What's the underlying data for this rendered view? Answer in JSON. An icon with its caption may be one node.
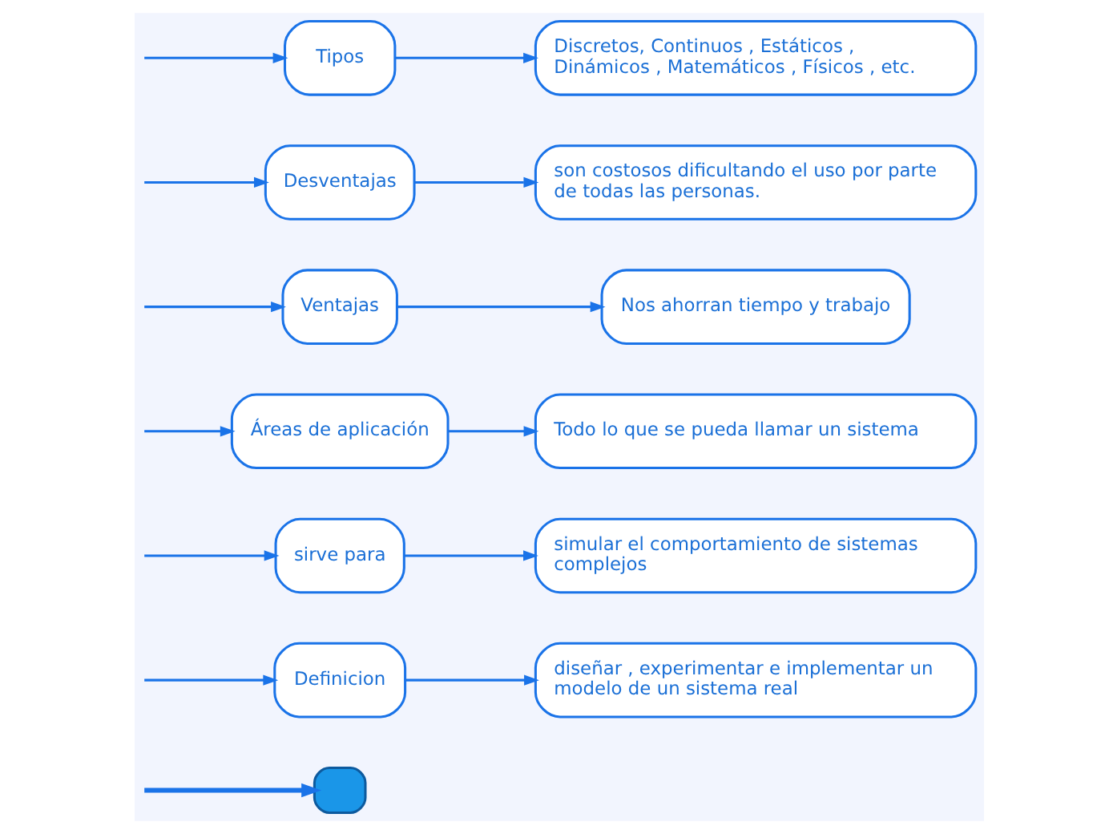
{
  "diagram": {
    "nodes": [
      {
        "text": [],
        "shape": "box"
      },
      {
        "text": [
          "Definicion"
        ]
      },
      {
        "text": [
          "diseñar , experimentar e implementar un modelo de un sistema real"
        ]
      },
      {
        "text": [
          "sirve para"
        ]
      },
      {
        "text": [
          "simular el comportamiento de sistemas complejos"
        ]
      },
      {
        "text": [
          "Áreas de aplicación"
        ]
      },
      {
        "text": [
          "Todo lo que se pueda llamar un sistema"
        ]
      },
      {
        "text": [
          "Ventajas"
        ]
      },
      {
        "text": [
          "Nos ahorran tiempo y trabajo"
        ]
      },
      {
        "text": [
          "Desventajas"
        ]
      },
      {
        "text": [
          "son costosos dificultando el uso por parte de todas las personas."
        ]
      },
      {
        "text": [
          "Tipos"
        ]
      },
      {
        "text": [
          "Discretos, Continuos , Estáticos , Dinámicos , Matemáticos , Físicos , etc."
        ]
      }
    ],
    "edges": [
      {
        "from": null,
        "to": 0,
        "arrow": "to",
        "style": "thick"
      },
      {
        "from": null,
        "to": 1,
        "arrow": "to"
      },
      {
        "from": 1,
        "to": 2,
        "arrow": "to"
      },
      {
        "from": null,
        "to": 3,
        "arrow": "to"
      },
      {
        "from": 3,
        "to": 4,
        "arrow": "to"
      },
      {
        "from": null,
        "to": 5,
        "arrow": "to"
      },
      {
        "from": 5,
        "to": 6,
        "arrow": "to"
      },
      {
        "from": null,
        "to": 7,
        "arrow": "to"
      },
      {
        "from": 7,
        "to": 8,
        "arrow": "to"
      },
      {
        "from": null,
        "to": 9,
        "arrow": "to"
      },
      {
        "from": 9,
        "to": 10,
        "arrow": "to"
      },
      {
        "from": null,
        "to": 11,
        "arrow": "to"
      },
      {
        "from": 11,
        "to": 12,
        "arrow": "to"
      }
    ]
  }
}
